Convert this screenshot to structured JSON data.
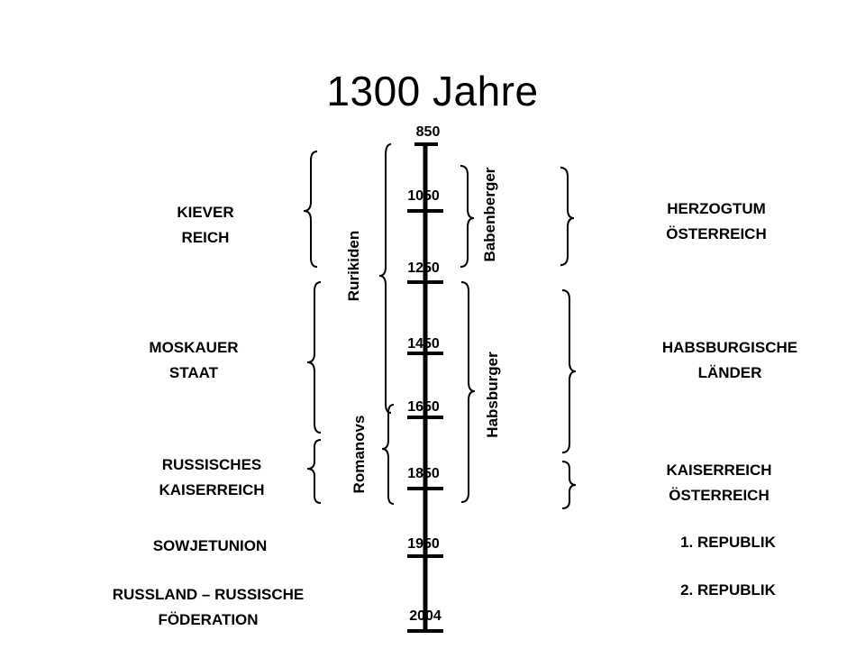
{
  "title": "1300 Jahre",
  "timeline": {
    "years": [
      "850",
      "1050",
      "1250",
      "1450",
      "1650",
      "1850",
      "1950",
      "2004"
    ]
  },
  "russia": {
    "kiever_reich": "KIEVER\nREICH",
    "moskauer_staat": "MOSKAUER\nSTAAT",
    "russisches_kaiserreich": "RUSSISCHES\nKAISERREICH",
    "sowjetunion": "SOWJETUNION",
    "russland": "RUSSLAND – RUSSISCHE\nFÖDERATION"
  },
  "dynasties": {
    "rurikiden": "Rurikiden",
    "romanovs": "Romanovs",
    "babenberger": "Babenberger",
    "habsburger": "Habsburger"
  },
  "austria": {
    "herzogtum": "HERZOGTUM\nÖSTERREICH",
    "habsburgische_laender": "HABSBURGISCHE\nLÄNDER",
    "kaiserreich": "KAISERREICH\nÖSTERREICH",
    "republik1": "1. REPUBLIK",
    "republik2": "2. REPUBLIK"
  }
}
